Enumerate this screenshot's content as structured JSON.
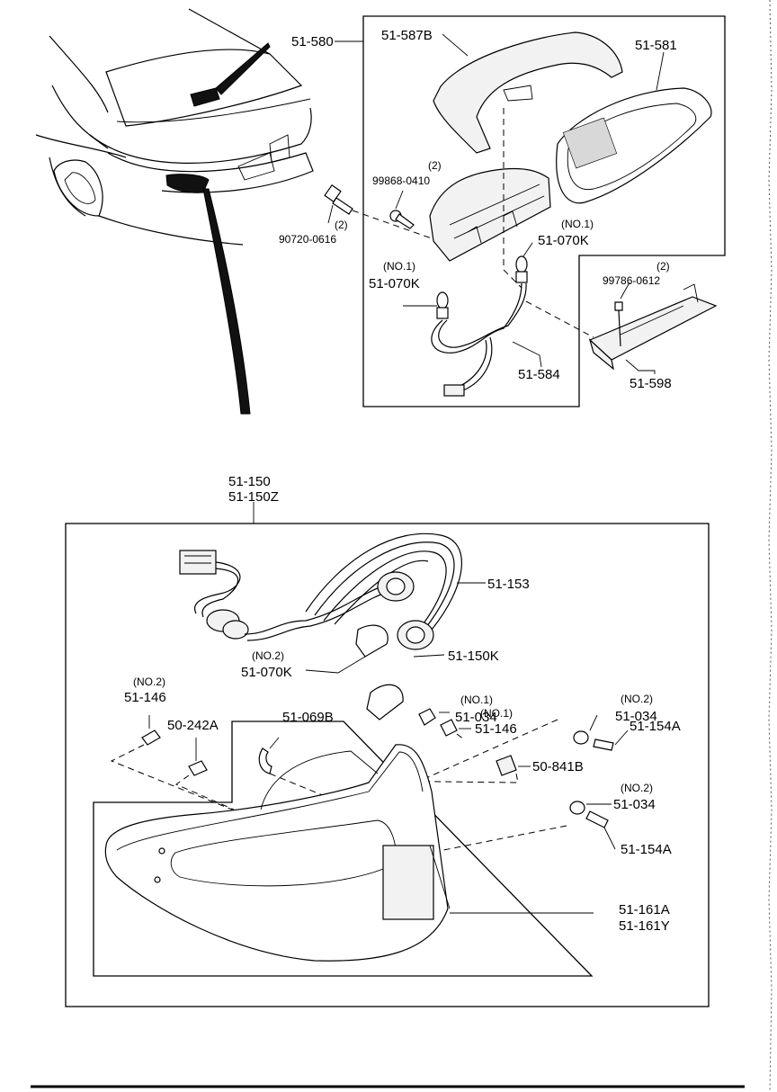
{
  "upper": {
    "assembly": "51-580",
    "parts": {
      "cover": "51-587B",
      "lens": "51-581",
      "screw_a_qty": "(2)",
      "screw_a": "99868-0410",
      "bolt_qty": "(2)",
      "bolt": "90720-0616",
      "bulb_right_note": "(NO.1)",
      "bulb_right": "51-070K",
      "bulb_left_note": "(NO.1)",
      "bulb_left": "51-070K",
      "harness": "51-584",
      "screw_b_qty": "(2)",
      "screw_b": "99786-0612",
      "bracket": "51-598"
    }
  },
  "lower": {
    "assembly_line1": "51-150",
    "assembly_line2": "51-150Z",
    "parts": {
      "socket": "51-153",
      "bulb_no2_note": "(NO.2)",
      "bulb_no2": "51-070K",
      "bulb_150k": "51-150K",
      "screw_146_no2_note": "(NO.2)",
      "screw_146_no2": "51-146",
      "nut": "50-242A",
      "gasket": "51-069B",
      "washer_034_no1_note": "(NO.1)",
      "washer_034_no1": "51-034",
      "screw_146_no1_note": "(NO.1)",
      "screw_146_no1": "51-146",
      "clip": "50-841B",
      "washer_034_no2a_note": "(NO.2)",
      "washer_034_no2a": "51-034",
      "screw_154a_top": "51-154A",
      "washer_034_no2b_note": "(NO.2)",
      "washer_034_no2b": "51-034",
      "screw_154a_bottom": "51-154A",
      "lamp_body_line1": "51-161A",
      "lamp_body_line2": "51-161Y"
    }
  }
}
